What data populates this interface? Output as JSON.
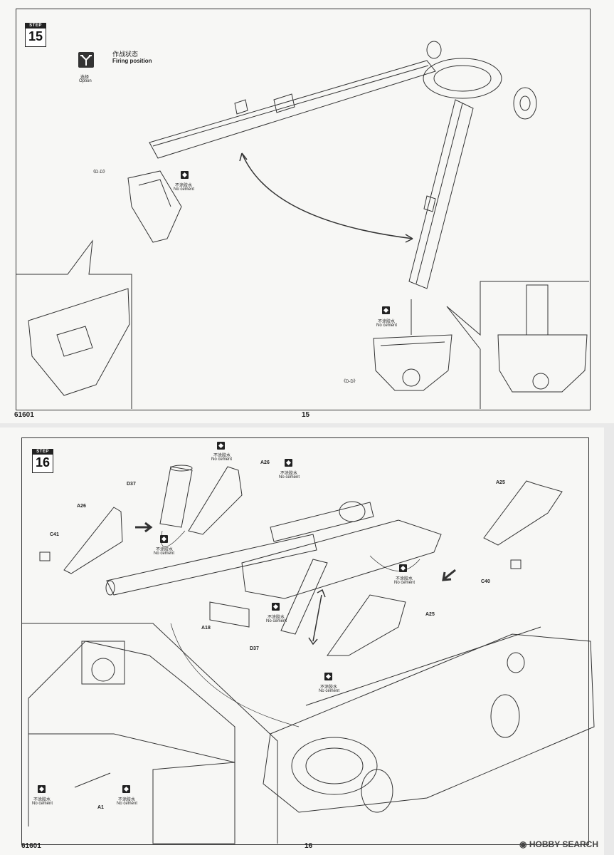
{
  "page15": {
    "step_label": "STEP",
    "step_number": "15",
    "option_cn": "作战状态",
    "option_en": "Firing position",
    "option_icon_cn": "选择",
    "option_icon_en": "Option",
    "dd_label_1": "《D-D》",
    "dd_label_2": "《D-D》",
    "nocement_cn": "不涂胶水",
    "nocement_en": "No cement",
    "product_code": "61601",
    "page_number": "15"
  },
  "page16": {
    "step_label": "STEP",
    "step_number": "16",
    "parts": {
      "d37_top": "D37",
      "a26_top": "A26",
      "a26_left": "A26",
      "c41": "C41",
      "a25_right": "A25",
      "c40": "C40",
      "a25_mid": "A25",
      "a18": "A18",
      "d37_mid": "D37",
      "a1": "A1"
    },
    "nocement_cn": "不涂胶水",
    "nocement_en": "No cement",
    "product_code": "61601",
    "page_number": "16"
  },
  "watermark": "HOBBY SEARCH",
  "colors": {
    "line": "#333333",
    "paper": "#f7f7f5",
    "icon": "#222222"
  }
}
